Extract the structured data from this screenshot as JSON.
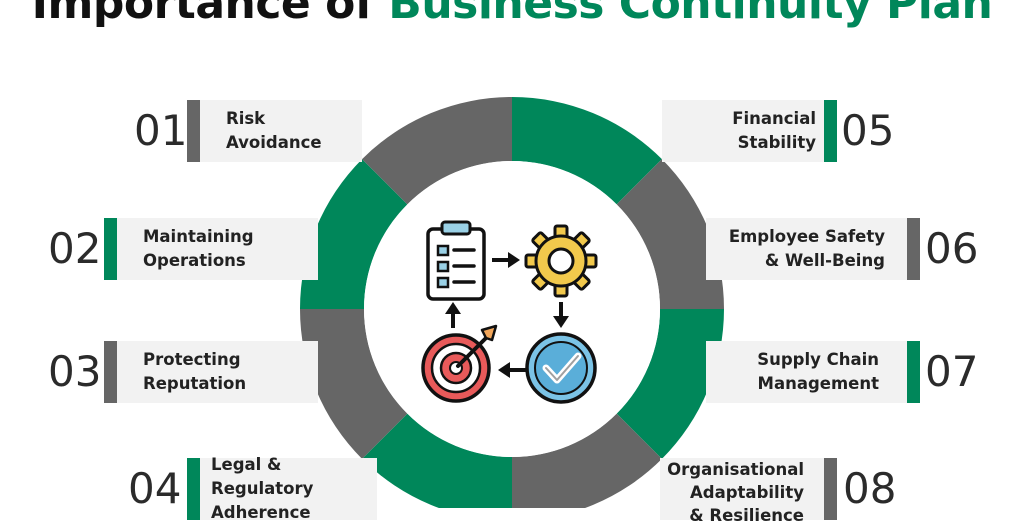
{
  "title": {
    "prefix": "Importance of",
    "accent": "Business Continuity Plan"
  },
  "colors": {
    "green": "#00875a",
    "gray": "#666666",
    "panel": "#f2f2f2"
  },
  "left_items": [
    {
      "number": "01",
      "label": "Risk Avoidance",
      "color": "gray"
    },
    {
      "number": "02",
      "label": "Maintaining\nOperations",
      "color": "green"
    },
    {
      "number": "03",
      "label": "Protecting\nReputation",
      "color": "gray"
    },
    {
      "number": "04",
      "label": "Legal & Regulatory\nAdherence",
      "color": "green"
    }
  ],
  "right_items": [
    {
      "number": "05",
      "label": "Financial Stability",
      "color": "green"
    },
    {
      "number": "06",
      "label": "Employee Safety\n& Well-Being",
      "color": "gray"
    },
    {
      "number": "07",
      "label": "Supply Chain\nManagement",
      "color": "green"
    },
    {
      "number": "08",
      "label": "Organisational\nAdaptability\n& Resilience",
      "color": "gray"
    }
  ],
  "center_icons": [
    "clipboard-icon",
    "gear-icon",
    "check-circle-icon",
    "target-icon"
  ]
}
